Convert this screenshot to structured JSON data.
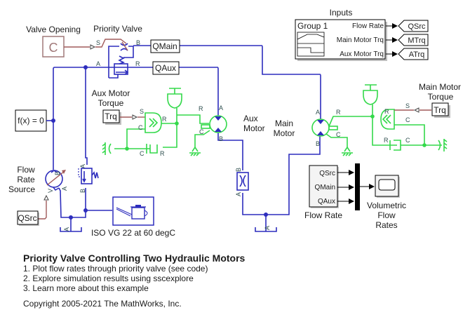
{
  "colors": {
    "hydraulic": "#2d2dbd",
    "mechanical": "#33d94a",
    "signal": "#a05a5a",
    "block_border": "#000000"
  },
  "blocks": {
    "valve_opening": {
      "label": "Valve Opening",
      "content": "C"
    },
    "priority_valve": {
      "label": "Priority Valve",
      "ports": {
        "s": "S",
        "b": "B",
        "a": "A",
        "r": "R"
      }
    },
    "qmain_goto": {
      "label": "QMain"
    },
    "qaux_goto": {
      "label": "QAux"
    },
    "inputs": {
      "label": "Inputs",
      "group": "Group 1",
      "signals": [
        "Flow Rate",
        "Main Motor Trq",
        "Aux Motor Trq"
      ],
      "tags": [
        "QSrc",
        "MTrq",
        "ATrq"
      ]
    },
    "solver": {
      "label": "f(x) = 0"
    },
    "flow_source": {
      "label_lines": [
        "Flow",
        "Rate",
        "Source"
      ],
      "ports": {
        "b": "B",
        "a": "A",
        "v": "V"
      }
    },
    "qsrc_from": {
      "label": "QSrc"
    },
    "aux_torque": {
      "label_lines": [
        "Aux Motor",
        "Torque"
      ],
      "content": "Trq",
      "ports": {
        "s": "S",
        "c": "C",
        "r": "R"
      }
    },
    "main_torque": {
      "label_lines": [
        "Main Motor",
        "Torque"
      ],
      "content": "Trq",
      "ports": {
        "s": "S",
        "c": "C",
        "r": "R"
      }
    },
    "aux_motor": {
      "label_lines": [
        "Aux",
        "Motor"
      ],
      "ports": {
        "a": "A",
        "b": "B",
        "r": "R",
        "c": "C"
      }
    },
    "main_motor": {
      "label_lines": [
        "Main",
        "Motor"
      ],
      "ports": {
        "a": "A",
        "b": "B",
        "r": "R",
        "c": "C"
      }
    },
    "aux_damper": {
      "ports": {
        "c": "C",
        "r": "R"
      }
    },
    "main_damper": {
      "ports": {
        "r": "R",
        "c": "C"
      }
    },
    "relief_valve": {
      "ports": {
        "a": "A",
        "b": "B"
      }
    },
    "orifice": {
      "ports": {
        "a": "A",
        "b": "B"
      }
    },
    "reservoir_left": {
      "port": "A"
    },
    "reservoir_right": {
      "port": "A"
    },
    "fluid": {
      "label": "ISO VG 22 at 60 degC"
    },
    "flow_rate_subsystem": {
      "label": "Flow Rate",
      "ports": [
        "QSrc",
        "QMain",
        "QAux"
      ]
    },
    "scope": {
      "label_lines": [
        "Volumetric",
        "Flow",
        "Rates"
      ]
    }
  },
  "description": {
    "title": "Priority Valve Controlling Two Hydraulic Motors",
    "links": [
      "1. Plot flow rates through priority valve (see code)",
      "2. Explore simulation results using sscexplore",
      "3. Learn more about this example"
    ],
    "copyright": "Copyright 2005-2021 The MathWorks, Inc."
  }
}
